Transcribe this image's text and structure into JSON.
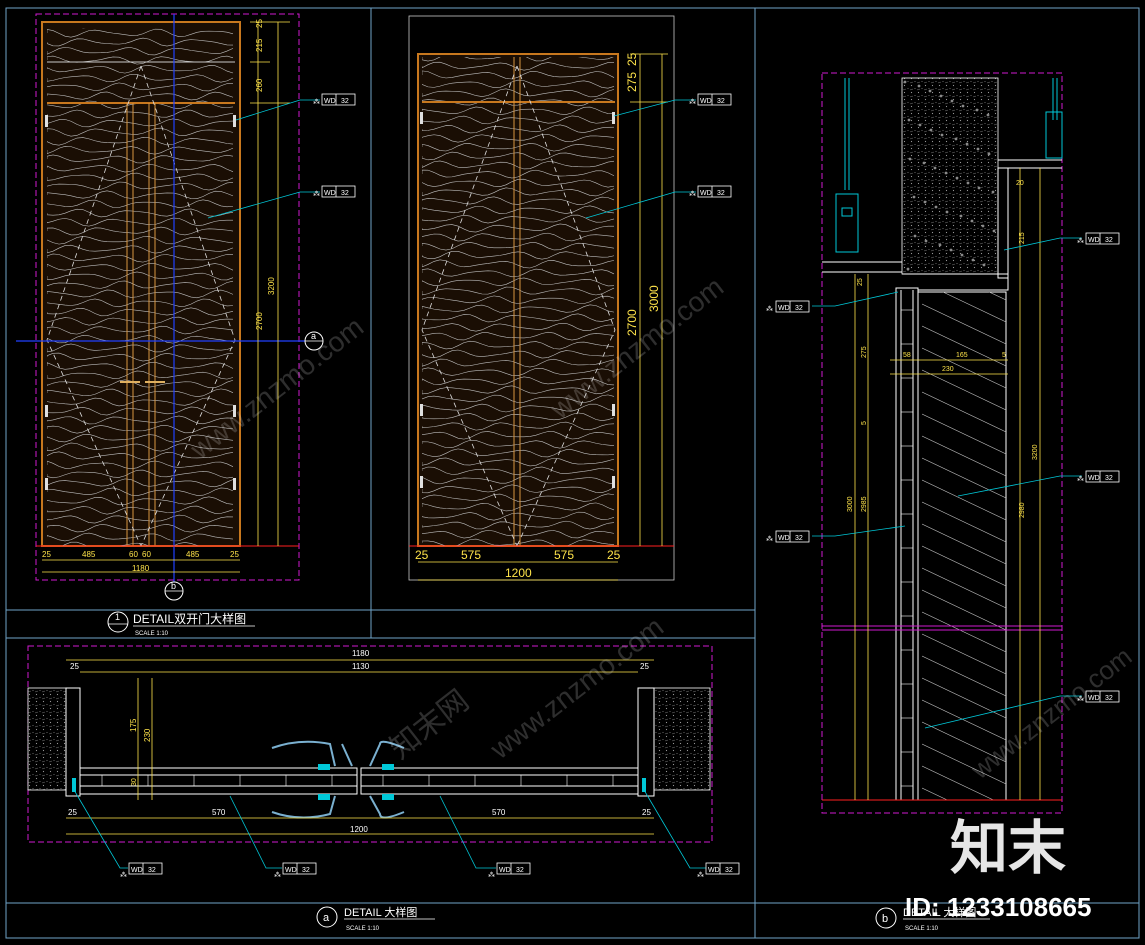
{
  "colors": {
    "background": "#000000",
    "frame": "#6fa3c8",
    "wood": "#c8781e",
    "woodInner": "#d89540",
    "grain": "#d0d0d0",
    "dimension": "#ffe44a",
    "magenta": "#d01ad0",
    "blue": "#2040ff",
    "cyan": "#00c8d8",
    "red": "#ff2020",
    "white": "#ffffff",
    "tagBox": "#ffffff"
  },
  "view1": {
    "top_dims": [
      "25",
      "215",
      "260"
    ],
    "right_dims": [
      "3200",
      "2700"
    ],
    "bottom_dims": [
      "25",
      "485",
      "60",
      "60",
      "485",
      "25"
    ],
    "overall_width": "1180",
    "section_marker_right": "a",
    "section_marker_bottom": "b",
    "tags": [
      {
        "code": "WD",
        "num": "32"
      },
      {
        "code": "WD",
        "num": "32"
      }
    ],
    "title_number": "1",
    "title_text": "DETAIL双开门大样图",
    "title_scale": "SCALE 1:10"
  },
  "view2": {
    "top_dims": [
      "275",
      "25"
    ],
    "right_dims": [
      "3000",
      "2700"
    ],
    "bottom_dims": [
      "25",
      "575",
      "575",
      "25"
    ],
    "overall_width": "1200",
    "tags": [
      {
        "code": "WD",
        "num": "32"
      },
      {
        "code": "WD",
        "num": "32"
      }
    ]
  },
  "planA": {
    "top_dims": [
      "1180",
      "1130",
      "25",
      "25"
    ],
    "left_dims": [
      "175",
      "230",
      "30"
    ],
    "bottom_dims": [
      "25",
      "570",
      "570",
      "25"
    ],
    "overall_width": "1200",
    "tags": [
      {
        "code": "WD",
        "num": "32"
      },
      {
        "code": "WD",
        "num": "32"
      },
      {
        "code": "WD",
        "num": "32"
      },
      {
        "code": "WD",
        "num": "32"
      }
    ],
    "title_letter": "a",
    "title_text": "DETAIL  大样图",
    "title_scale": "SCALE  1:10"
  },
  "sectionB": {
    "dims": [
      "25",
      "275",
      "58",
      "165",
      "5",
      "230",
      "5",
      "3000",
      "2985",
      "20",
      "215",
      "3200",
      "2980"
    ],
    "tags": [
      {
        "code": "WD",
        "num": "32"
      },
      {
        "code": "WD",
        "num": "32"
      },
      {
        "code": "WD",
        "num": "32"
      },
      {
        "code": "WD",
        "num": "32"
      },
      {
        "code": "WD",
        "num": "32"
      }
    ],
    "title_letter": "b",
    "title_text": "DETAIL  大样图",
    "title_scale": "SCALE  1:10"
  },
  "watermark": {
    "logo": "知末",
    "url": "www.znzmo.com",
    "site": "知末网",
    "id_label": "ID: 1233108665"
  }
}
